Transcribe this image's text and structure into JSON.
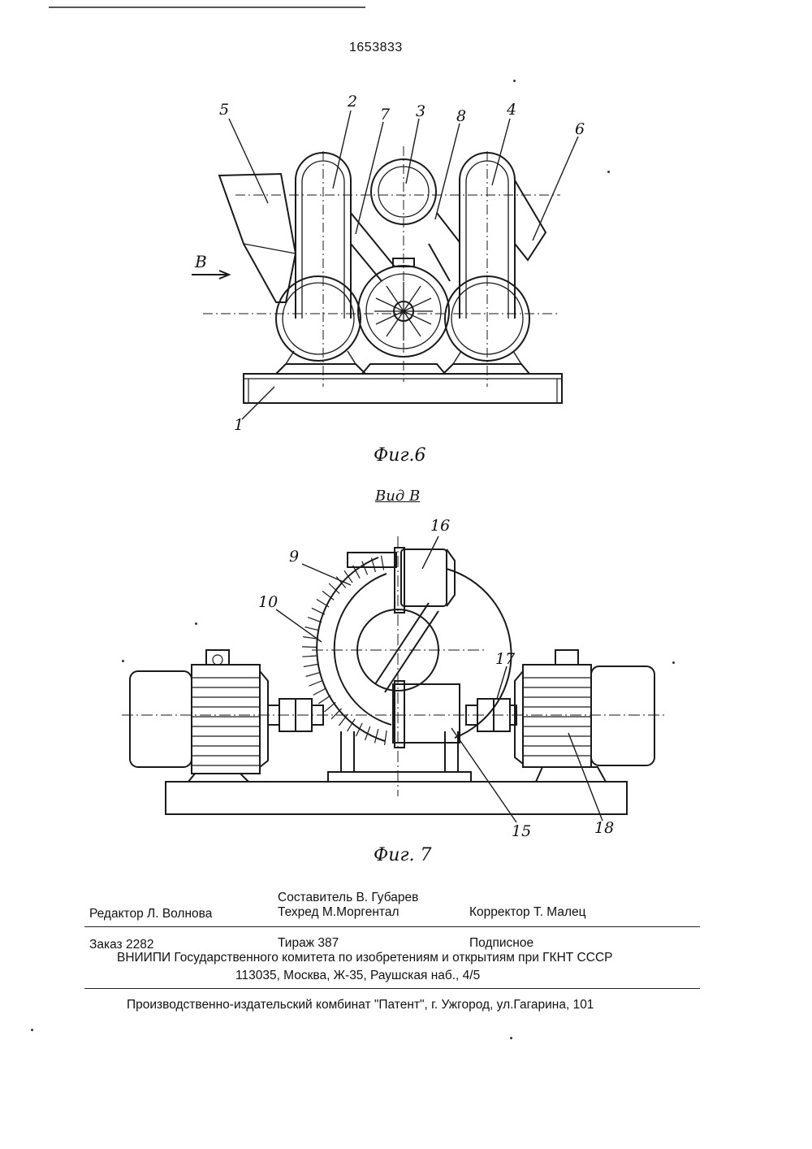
{
  "header": {
    "patent_number": "1653833"
  },
  "figure6": {
    "caption": "Фиг.6",
    "arrow_label": "В",
    "callouts": [
      "5",
      "2",
      "7",
      "3",
      "8",
      "4",
      "6",
      "1"
    ]
  },
  "figure7": {
    "view_title": "Вид В",
    "caption": "Фиг. 7",
    "callouts": [
      "16",
      "9",
      "10",
      "17",
      "15",
      "18"
    ]
  },
  "imprint": {
    "compiler": "Составитель В. Губарев",
    "editor": "Редактор  Л. Волнова",
    "tech_editor": "Техред М.Моргентал",
    "proofreader": "Корректор  Т. Малец",
    "order": "Заказ  2282",
    "circulation": "Тираж 387",
    "subscription": "Подписное",
    "institute": "ВНИИПИ Государственного комитета по изобретениям и открытиям при ГКНТ СССР",
    "address": "113035, Москва, Ж-35, Раушская наб., 4/5",
    "publisher": "Производственно-издательский комбинат \"Патент\", г. Ужгород, ул.Гагарина, 101"
  }
}
